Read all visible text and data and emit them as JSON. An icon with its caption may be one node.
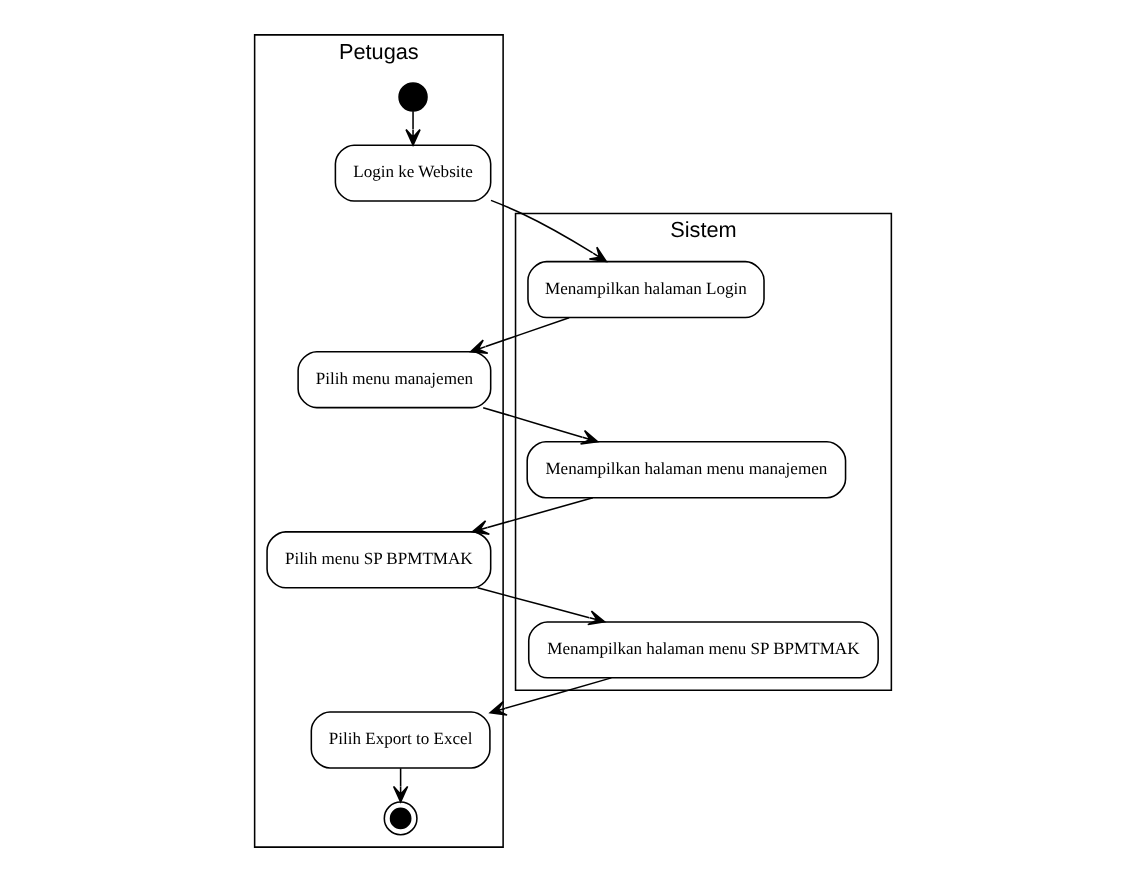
{
  "diagram": {
    "nodes": [
      {
        "text": [
          "Petugas"
        ]
      },
      {
        "text": [
          "Sistem"
        ]
      },
      {
        "text": [],
        "shape": "circle",
        "in": 0
      },
      {
        "text": [
          "Login ke Website"
        ],
        "in": 0
      },
      {
        "text": [
          "Menampilkan halaman Login"
        ],
        "in": 1
      },
      {
        "text": [
          "Pilih menu manajemen"
        ],
        "in": 0
      },
      {
        "text": [
          "Menampilkan halaman menu manajemen"
        ],
        "in": 1
      },
      {
        "text": [
          "Pilih menu SP BPMTMAK"
        ],
        "in": 0
      },
      {
        "text": [
          "Menampilkan halaman menu SP BPMTMAK"
        ],
        "in": 1
      },
      {
        "text": [
          "Pilih Export to Excel"
        ],
        "in": 0
      },
      {
        "text": [],
        "shape": "circle",
        "in": 0
      }
    ],
    "edges": [
      {
        "from": 2,
        "to": 3,
        "arrow": "to"
      },
      {
        "from": 3,
        "to": 4,
        "arrow": "to"
      },
      {
        "from": 4,
        "to": 5,
        "arrow": "to"
      },
      {
        "from": 5,
        "to": 6,
        "arrow": "to"
      },
      {
        "from": 6,
        "to": 7,
        "arrow": "to"
      },
      {
        "from": 7,
        "to": 8,
        "arrow": "to"
      },
      {
        "from": 8,
        "to": 9,
        "arrow": "to"
      },
      {
        "from": 9,
        "to": 10,
        "arrow": "to"
      }
    ]
  }
}
